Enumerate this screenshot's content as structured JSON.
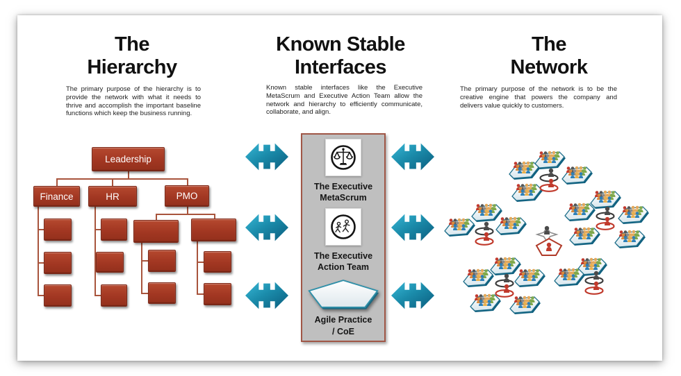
{
  "slide_title": "Hierarchy, Known Stable Interfaces and Network diagram",
  "columns": [
    {
      "title": "The\nHierarchy",
      "description": "The primary purpose of the hierarchy is to provide the network with what it needs to thrive and accomplish the important baseline functions which keep the business running."
    },
    {
      "title": "Known Stable\nInterfaces",
      "description": "Known stable interfaces like the Executive MetaScrum and Executive Action Team allow the network and hierarchy to efficiently communicate, collaborate, and align."
    },
    {
      "title": "The\nNetwork",
      "description": "The primary purpose of the network is to be the creative engine that powers the company and delivers value quickly to customers."
    }
  ],
  "hierarchy": {
    "root": "Leadership",
    "departments": [
      {
        "label": "Finance",
        "children": 3
      },
      {
        "label": "HR",
        "children": 3
      },
      {
        "label": "PMO",
        "children": 2,
        "grandchildren_per_child": 2
      }
    ]
  },
  "interfaces": [
    {
      "icon": "balance-scale-icon",
      "label": "The Executive\nMetaScrum"
    },
    {
      "icon": "running-people-icon",
      "label": "The Executive\nAction Team"
    },
    {
      "icon": "pentagon-icon",
      "label": "Agile Practice\n/ CoE"
    }
  ],
  "network": {
    "cluster_count": 5,
    "teams_per_cluster": [
      4,
      3,
      5,
      5,
      2
    ],
    "icons": [
      "scrum-team-icon",
      "scrum-of-scrums-leader-icon",
      "star-platform-icon",
      "pentagon-platform-icon"
    ]
  },
  "colors": {
    "box_red": "#a23722",
    "arrow_teal": "#1b8cab",
    "panel_gray": "#bfbfbf",
    "panel_border": "#a05646",
    "platform_teal": "#1d6e8a",
    "person_red": "#c23b2e",
    "person_gray": "#555555",
    "person_tan": "#e3a85c",
    "person_green": "#7fa84b",
    "person_blue": "#2c7fb8"
  }
}
